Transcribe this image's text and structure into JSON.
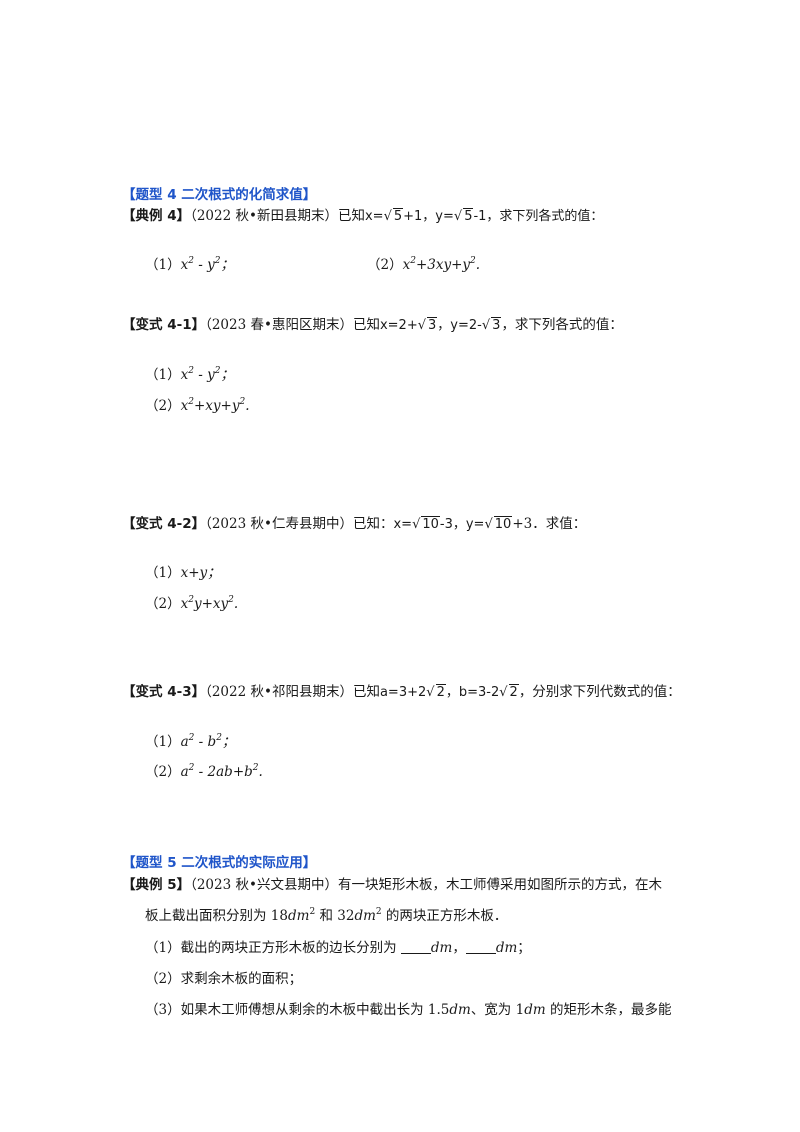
{
  "section4": {
    "heading": "【题型 4  二次根式的化简求值】",
    "example": {
      "tag": "【典例 4】",
      "source": "（2022 秋•新田县期末）已知",
      "x_label": "x=",
      "rad1": "5",
      "mid": "+1，y=",
      "rad2": "5",
      "end": "-1，求下列各式的值：",
      "q1_num": "（1）",
      "q1_expr": "x² - y²；",
      "q2_num": "（2）",
      "q2_expr": "x²+3xy+y²."
    },
    "var1": {
      "tag": "【变式 4-1】",
      "source": "（2023 春•惠阳区期末）已知",
      "x_part": "x=2+",
      "rad1": "3",
      "y_part": "，y=2-",
      "rad2": "3",
      "end": "，求下列各式的值：",
      "q1_num": "（1）",
      "q1_expr": "x² - y²；",
      "q2_num": "（2）",
      "q2_expr": "x²+xy+y²."
    },
    "var2": {
      "tag": "【变式 4-2】",
      "source": "（2023 秋•仁寿县期中）已知：",
      "x_part": "x=",
      "rad1": "10",
      "mid": "-3，y=",
      "rad2": "10",
      "end": "+3．求值：",
      "q1_num": "（1）",
      "q1_expr": "x+y；",
      "q2_num": "（2）",
      "q2_expr": "x²y+xy²."
    },
    "var3": {
      "tag": "【变式 4-3】",
      "source": "（2022 秋•祁阳县期末）已知",
      "a_part": "a=3+2",
      "rad1": "2",
      "b_part": "，b=3-2",
      "rad2": "2",
      "end": "，分别求下列代数式的值：",
      "q1_num": "（1）",
      "q1_expr": "a² - b²；",
      "q2_num": "（2）",
      "q2_expr": "a² - 2ab+b²."
    }
  },
  "section5": {
    "heading": "【题型 5  二次根式的实际应用】",
    "example": {
      "tag": "【典例 5】",
      "line1": "（2023 秋•兴文县期中）有一块矩形木板，木工师傅采用如图所示的方式，在木",
      "line2": "板上截出面积分别为 18dm² 和 32dm² 的两块正方形木板．",
      "q1_num": "（1）",
      "q1_text": "截出的两块正方形木板的边长分别为",
      "q1_unit1": "dm，",
      "q1_unit2": "dm；",
      "q2_num": "（2）",
      "q2_text": "求剩余木板的面积；",
      "q3_num": "（3）",
      "q3_text": "如果木工师傅想从剩余的木板中截出长为 1.5dm、宽为 1dm 的矩形木条，最多能"
    }
  }
}
